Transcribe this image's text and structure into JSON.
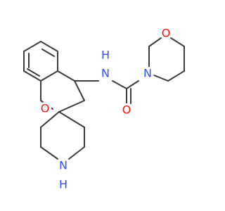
{
  "molecule": {
    "atoms": {
      "spiro_o": {
        "label": "O",
        "color": "#ff0d0d"
      },
      "piperidine_n": {
        "label": "N",
        "h_label": "H",
        "color": "#3050f8"
      },
      "amide_n": {
        "label": "N",
        "h_label": "H",
        "color": "#3050f8"
      },
      "carbonyl_o": {
        "label": "O",
        "color": "#ff0d0d"
      },
      "morpholine_n": {
        "label": "N",
        "color": "#3050f8"
      },
      "morpholine_o": {
        "label": "O",
        "color": "#ff0d0d"
      }
    },
    "bond_color": "#3c3c3c"
  }
}
